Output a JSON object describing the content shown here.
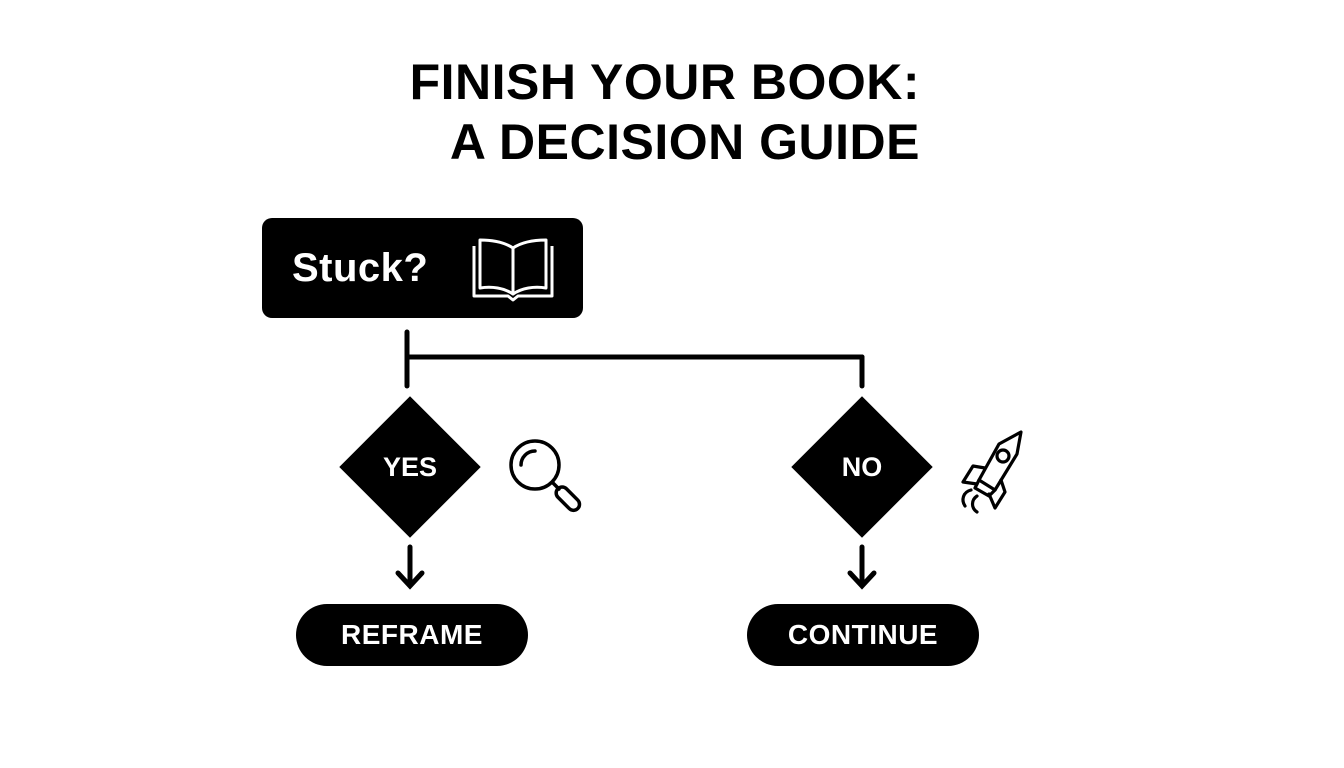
{
  "title": {
    "line1": "FINISH YOUR BOOK:",
    "line2": "A DECISION GUIDE"
  },
  "start": {
    "label": "Stuck?",
    "icon": "open-book-icon"
  },
  "branches": [
    {
      "decision_label": "YES",
      "icon": "magnifying-glass-icon",
      "outcome_label": "REFRAME"
    },
    {
      "decision_label": "NO",
      "icon": "rocket-icon",
      "outcome_label": "CONTINUE"
    }
  ],
  "colors": {
    "background": "#ffffff",
    "shape_fill": "#000000",
    "shape_text": "#ffffff"
  }
}
